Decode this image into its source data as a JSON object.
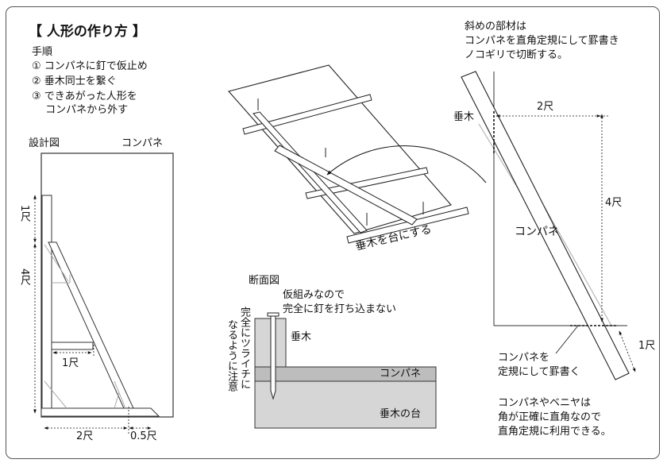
{
  "title": "【 人形の作り方 】",
  "steps": {
    "heading": "手順",
    "s1": "① コンパネに釘で仮止め",
    "s2": "② 垂木同士を繋ぐ",
    "s3a": "③ できあがった人形を",
    "s3b": "　 コンパネから外す"
  },
  "design": {
    "label": "設計図",
    "board_label": "コンパネ",
    "dim_1shaku": "1尺",
    "dim_4shaku": "4尺",
    "dim_inner_1shaku": "1尺",
    "dim_2shaku": "2尺",
    "dim_05shaku": "0.5尺"
  },
  "iso": {
    "caption": "垂木を台にする"
  },
  "section": {
    "label": "断面図",
    "note_line1": "仮組みなので",
    "note_line2": "完全に釘を打ち込まない",
    "vertical_note_col1": "完全にツライチに",
    "vertical_note_col2": "なるように注意",
    "taruki_label": "垂木",
    "konpane_label": "コンパネ",
    "base_label": "垂木の台"
  },
  "right": {
    "note_line1": "斜めの部材は",
    "note_line2": "コンパネを直角定規にして罫書き",
    "note_line3": "ノコギリで切断する。",
    "taruki_label": "垂木",
    "dim_2shaku": "2尺",
    "dim_4shaku": "4尺",
    "dim_1shaku": "1尺",
    "konpane_label": "コンパネ",
    "mark_note_line1": "コンパネを",
    "mark_note_line2": "定規にして罫書く",
    "bottom_note_line1": "コンパネやベニヤは",
    "bottom_note_line2": "角が正確に直角なので",
    "bottom_note_line3": "直角定規に利用できる。"
  }
}
